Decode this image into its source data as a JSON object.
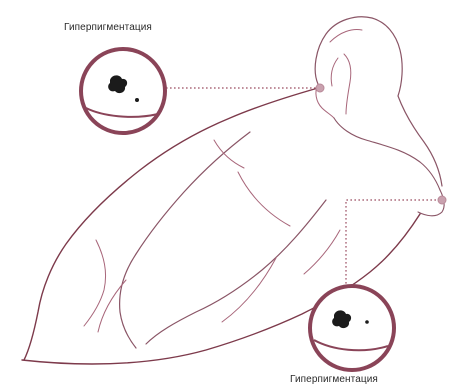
{
  "callouts": [
    {
      "id": "neck",
      "label": "Гиперпигментация"
    },
    {
      "id": "breast",
      "label": "Гиперпигментация"
    }
  ],
  "colors": {
    "outline": "#7d3a4b",
    "outline_light": "#a8667a",
    "ring": "#8a4458",
    "marker": "#b98a99",
    "spot": "#1b1b1b",
    "label_text": "#2a2a2a"
  }
}
